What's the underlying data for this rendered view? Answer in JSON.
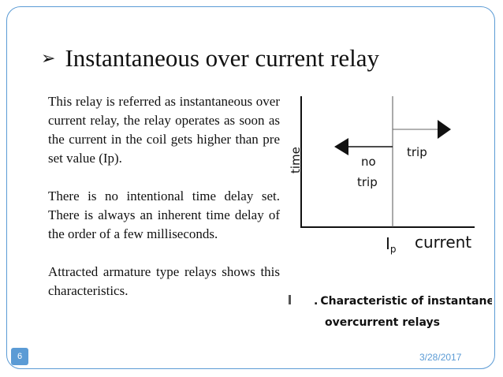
{
  "slide": {
    "title": "Instantaneous over current relay",
    "bullet_icon": "arrow-bullet-icon",
    "paragraphs": [
      "This relay is referred as instantaneous over current relay, the relay operates as soon as the current in the coil gets higher than pre set value (Ip).",
      "There is no intentional time delay set. There is always an inherent time delay of the order of a few milliseconds.",
      "Attracted armature type relays shows this characteristics."
    ],
    "page_number": "6",
    "date": "3/28/2017"
  },
  "figure": {
    "y_axis_label": "time",
    "no_trip_label_line1": "no",
    "no_trip_label_line2": "trip",
    "trip_label": "trip",
    "pickup_label_main": "I",
    "pickup_label_sub": "p",
    "x_axis_label": "current",
    "caption_line1": "Characteristic of instantaneous",
    "caption_line2": "overcurrent relays"
  },
  "colors": {
    "frame": "#5b9bd5",
    "accent": "#5b9bd5"
  }
}
